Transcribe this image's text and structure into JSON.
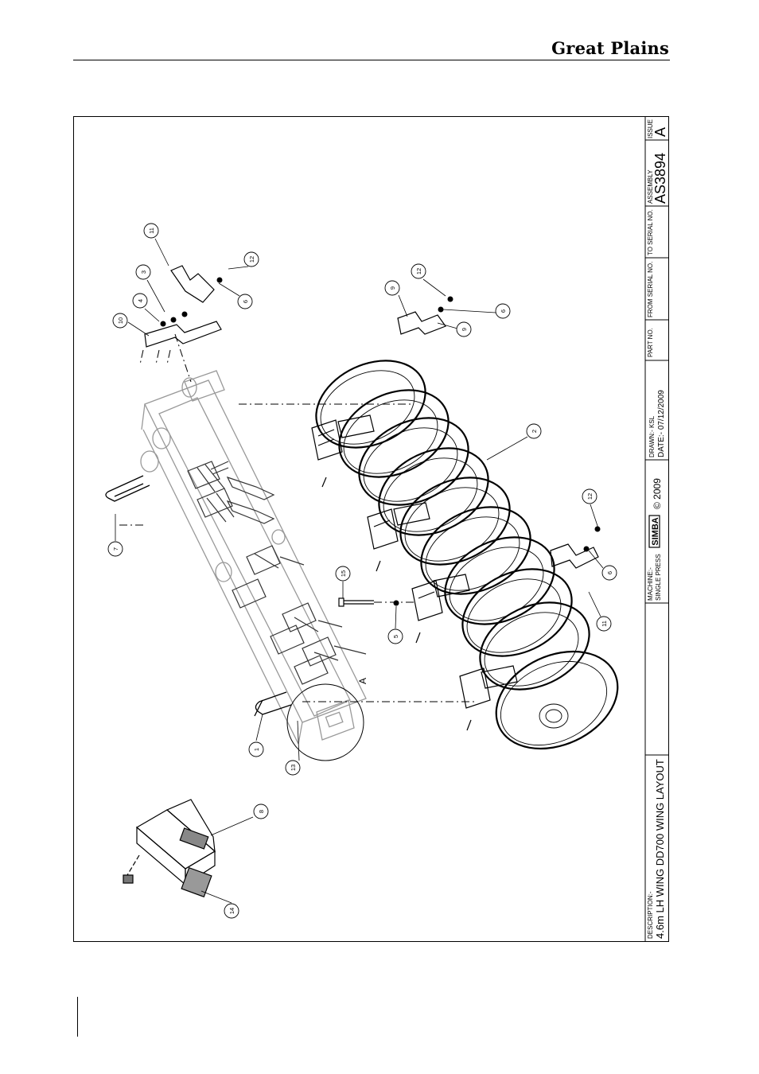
{
  "header": {
    "brand": "Great Plains"
  },
  "title_block": {
    "description_label": "DESCRIPTION:-",
    "description": "4.6m LH WING DD700 WING LAYOUT",
    "machine_label": "MACHINE:-",
    "machine": "SINGLE PRESS",
    "logo_text": "SIMBA",
    "copyright": "© 2009",
    "drawn": "DRAWN:-  KSL",
    "date": "DATE:-  07/12/2009",
    "part_no_label": "PART NO.",
    "from_serial_label": "FROM SERIAL NO.",
    "to_serial_label": "TO SERIAL NO.",
    "assembly_label": "ASSEMBLY",
    "assembly": "AS3894",
    "issue_label": "ISSUE",
    "issue": "A"
  },
  "view_label": "A",
  "balloons": [
    "1",
    "2",
    "3",
    "4",
    "5",
    "6",
    "6",
    "6",
    "7",
    "8",
    "9",
    "9",
    "10",
    "11",
    "11",
    "12",
    "12",
    "12",
    "13",
    "14",
    "15"
  ]
}
